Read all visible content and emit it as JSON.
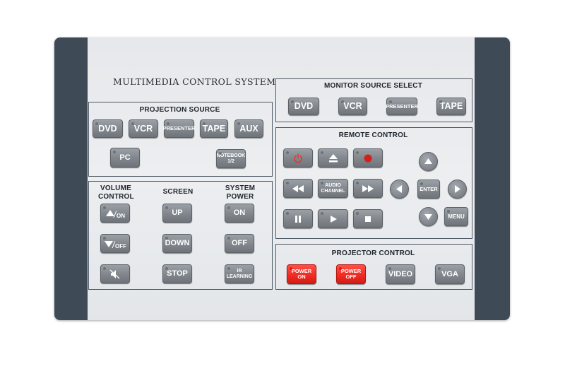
{
  "title": "MULTIMEDIA CONTROL SYSTEM",
  "monitor_source": {
    "header": "MONITOR SOURCE SELECT",
    "buttons": [
      "DVD",
      "VCR",
      "PRESENTER",
      "TAPE"
    ]
  },
  "projection_source": {
    "header": "PROJECTION SOURCE",
    "buttons": [
      "DVD",
      "VCR",
      "PRESENTER",
      "TAPE",
      "AUX",
      "PC"
    ],
    "notebook": {
      "line1": "NOTEBOOK",
      "line2": "1/2"
    }
  },
  "lower_left": {
    "volume_header": {
      "line1": "VOLUME",
      "line2": "CONTROL"
    },
    "screen_header": "SCREEN",
    "system_power_header": {
      "line1": "SYSTEM",
      "line2": "POWER"
    },
    "vol_up_label": "ON",
    "vol_down_label": "OFF",
    "screen_buttons": [
      "UP",
      "DOWN",
      "STOP"
    ],
    "power_buttons": [
      "ON",
      "OFF"
    ],
    "ir_learning": {
      "line1": "IR",
      "line2": "LEARNING"
    }
  },
  "remote_control": {
    "header": "REMOTE CONTROL",
    "audio_channel": {
      "line1": "AUDIO",
      "line2": "CHANNEL"
    },
    "enter": "ENTER",
    "menu": "MENU",
    "icons": [
      "power-icon",
      "eject-icon",
      "record-icon",
      "rewind-icon",
      "fast-forward-icon",
      "pause-icon",
      "play-icon",
      "stop-icon",
      "arrow-up-icon",
      "arrow-left-icon",
      "arrow-right-icon",
      "arrow-down-icon",
      "mute-icon"
    ]
  },
  "projector_control": {
    "header": "PROJECTOR CONTROL",
    "power_on": {
      "line1": "POWER",
      "line2": "ON"
    },
    "power_off": {
      "line1": "POWER",
      "line2": "OFF"
    },
    "video": "VIDEO",
    "vga": "VGA"
  },
  "colors": {
    "frame": "#3e4a56",
    "face": "#e8eaec",
    "button": "#868c92",
    "power_red": "#ee2a22"
  }
}
